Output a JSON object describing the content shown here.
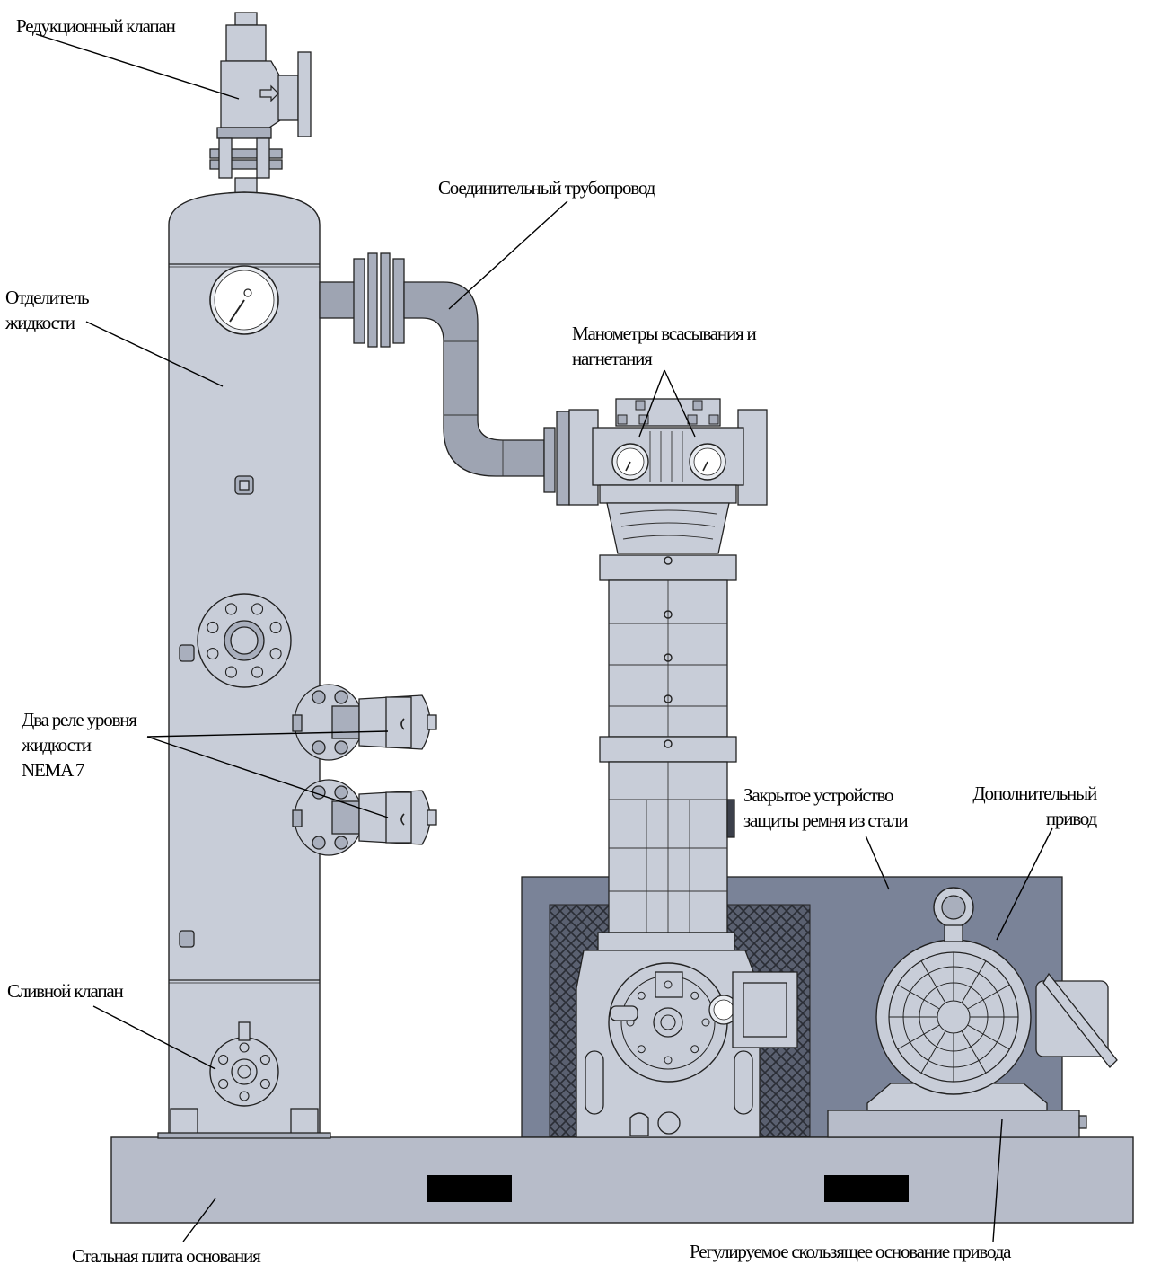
{
  "colors": {
    "body": "#c8cdd8",
    "body_dark": "#a9afbd",
    "pipe": "#9ea4b2",
    "base": "#b7bcc9",
    "guard": "#7a8398",
    "mesh": "#3b3f4a",
    "slot": "#000000",
    "line": "#222222"
  },
  "labels": {
    "relief_valve": "Редукционный клапан",
    "connecting_pipe": "Соединительный трубопровод",
    "separator_l1": "Отделитель",
    "separator_l2": "жидкости",
    "gauges_l1": "Манометры всасывания и",
    "gauges_l2": "нагнетания",
    "level_switch_l1": "Два реле уровня",
    "level_switch_l2": "жидкости",
    "level_switch_l3": "NEMA 7",
    "belt_guard_l1": "Закрытое устройство",
    "belt_guard_l2": "защиты ремня из стали",
    "motor_l1": "Дополнительный",
    "motor_l2": "привод",
    "drain_valve": "Сливной клапан",
    "base_plate": "Стальная плита основания",
    "slide_base": "Регулируемое скользящее основание привода"
  }
}
